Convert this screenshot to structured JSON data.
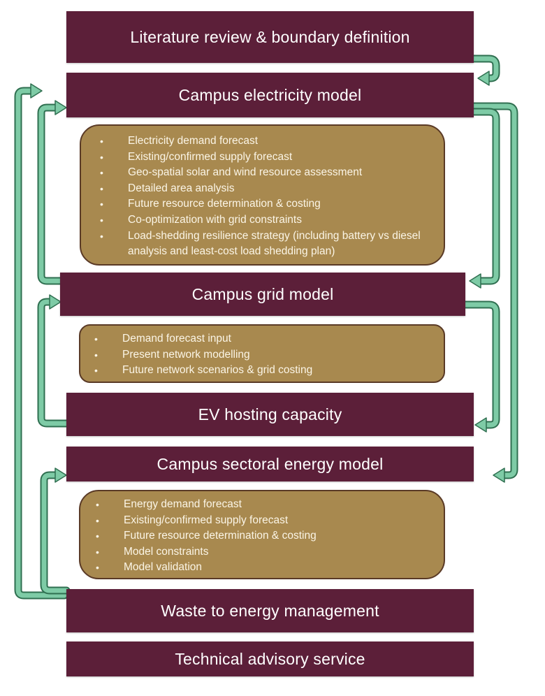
{
  "colors": {
    "bar": "#5c1f39",
    "panel": "#a8894f",
    "panel_border": "#5a3a26",
    "arrow_fill": "#7ecba6",
    "arrow_stroke": "#2f6f50"
  },
  "boxes": {
    "literature": "Literature review & boundary definition",
    "electricity": "Campus electricity model",
    "grid": "Campus grid model",
    "ev": "EV hosting capacity",
    "sectoral": "Campus sectoral energy model",
    "waste": "Waste to energy management",
    "advisory": "Technical advisory service"
  },
  "panels": {
    "electricity": [
      "Electricity demand forecast",
      "Existing/confirmed supply forecast",
      "Geo-spatial solar and wind resource assessment",
      "Detailed area analysis",
      "Future resource determination & costing",
      "Co-optimization with grid constraints",
      "Load-shedding resilience strategy (including battery vs diesel analysis and least-cost load shedding plan)"
    ],
    "grid": [
      "Demand forecast input",
      "Present network modelling",
      "Future network scenarios & grid costing"
    ],
    "sectoral": [
      "Energy demand forecast",
      "Existing/confirmed supply forecast",
      "Future resource determination & costing",
      "Model constraints",
      "Model validation"
    ]
  },
  "bullet": "•"
}
